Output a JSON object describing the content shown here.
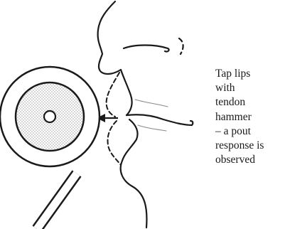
{
  "caption": {
    "lines": [
      "Tap lips",
      "with",
      "tendon",
      "hammer",
      "– a pout",
      "response is",
      "observed"
    ]
  },
  "colors": {
    "ink": "#1a1a1a",
    "stipple": "#bdbdbd",
    "background": "#ffffff"
  },
  "icons": {
    "hammer": "reflex-hammer-icon",
    "arrow": "arrow-left-icon"
  }
}
